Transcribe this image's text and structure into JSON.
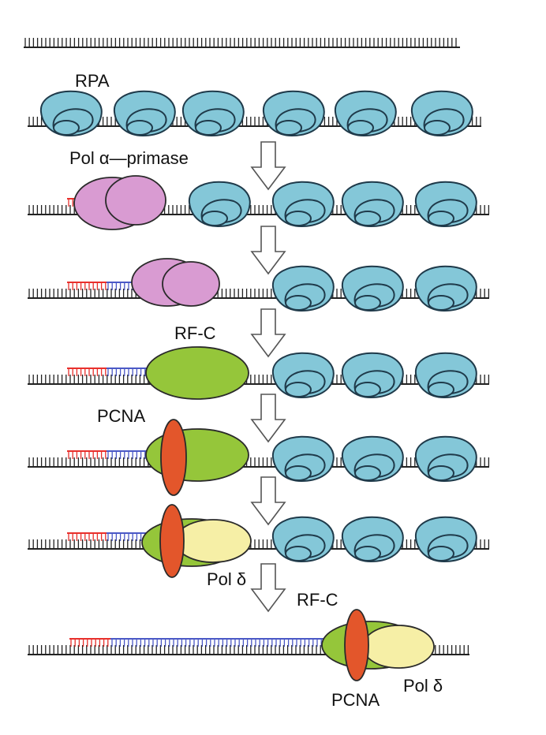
{
  "labels": {
    "rpa": "RPA",
    "pol_alpha_primase": "Pol α—primase",
    "rfc_1": "RF-C",
    "pcna_1": "PCNA",
    "pol_delta_1": "Pol δ",
    "rfc_2": "RF-C",
    "pcna_2": "PCNA",
    "pol_delta_2": "Pol δ"
  },
  "colors": {
    "rpa_fill": "#84c7d8",
    "pol_alpha_primase_fill": "#d99bd2",
    "rfc_fill": "#95c63a",
    "pcna_fill": "#e3562b",
    "pol_delta_fill": "#f6efa6",
    "rna_primer": "#e8302c",
    "dna_extension": "#4b59c6",
    "template_dna": "#222222",
    "arrow_outline": "#555555"
  },
  "icons": {
    "step_arrow": "down-arrow-icon",
    "rpa": "rpa-protein-icon"
  }
}
